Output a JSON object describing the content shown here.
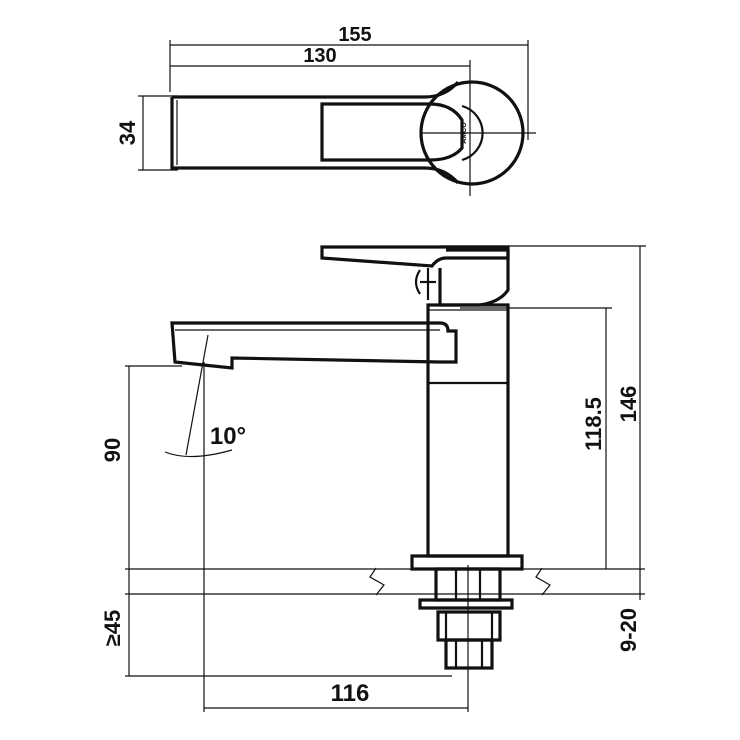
{
  "drawing": {
    "top_view": {
      "overall_length": "155",
      "spout_length": "130",
      "width": "34",
      "brand_mark": "AMCO"
    },
    "side_view": {
      "spout_angle": "10°",
      "spout_height": "90",
      "body_height": "118.5",
      "overall_height": "146",
      "counter_thickness": "9-20",
      "shank_length": "≥45",
      "reach": "116"
    }
  }
}
